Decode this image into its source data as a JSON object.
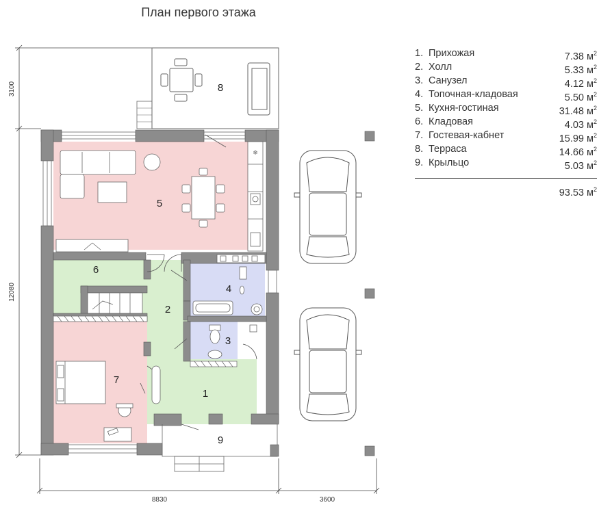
{
  "title": "План первого этажа",
  "rooms": [
    {
      "num": "1.",
      "name": "Прихожая",
      "area": "7.38 м",
      "sup": "2"
    },
    {
      "num": "2.",
      "name": "Холл",
      "area": "5.33 м",
      "sup": "2"
    },
    {
      "num": "3.",
      "name": "Санузел",
      "area": "4.12 м",
      "sup": "2"
    },
    {
      "num": "4.",
      "name": "Топочная-кладовая",
      "area": "5.50 м",
      "sup": "2"
    },
    {
      "num": "5.",
      "name": "Кухня-гостиная",
      "area": "31.48 м",
      "sup": "2"
    },
    {
      "num": "6.",
      "name": "Кладовая",
      "area": "4.03 м",
      "sup": "2"
    },
    {
      "num": "7.",
      "name": "Гостевая-кабнет",
      "area": "15.99 м",
      "sup": "2"
    },
    {
      "num": "8.",
      "name": "Терраса",
      "area": "14.66 м",
      "sup": "2"
    },
    {
      "num": "9.",
      "name": "Крыльцо",
      "area": "5.03 м",
      "sup": "2"
    }
  ],
  "total": {
    "area": "93.53 м",
    "sup": "2"
  },
  "dimensions": {
    "bottom_house": "8830",
    "bottom_parking": "3600",
    "left_terrace": "3100",
    "left_house": "12080"
  },
  "room_labels": [
    "1",
    "2",
    "3",
    "4",
    "5",
    "6",
    "7",
    "8",
    "9"
  ],
  "colors": {
    "living": "#f7d5d5",
    "hall": "#d9efcf",
    "tech": "#d8dcf5",
    "wall": "#8c8c8c"
  }
}
